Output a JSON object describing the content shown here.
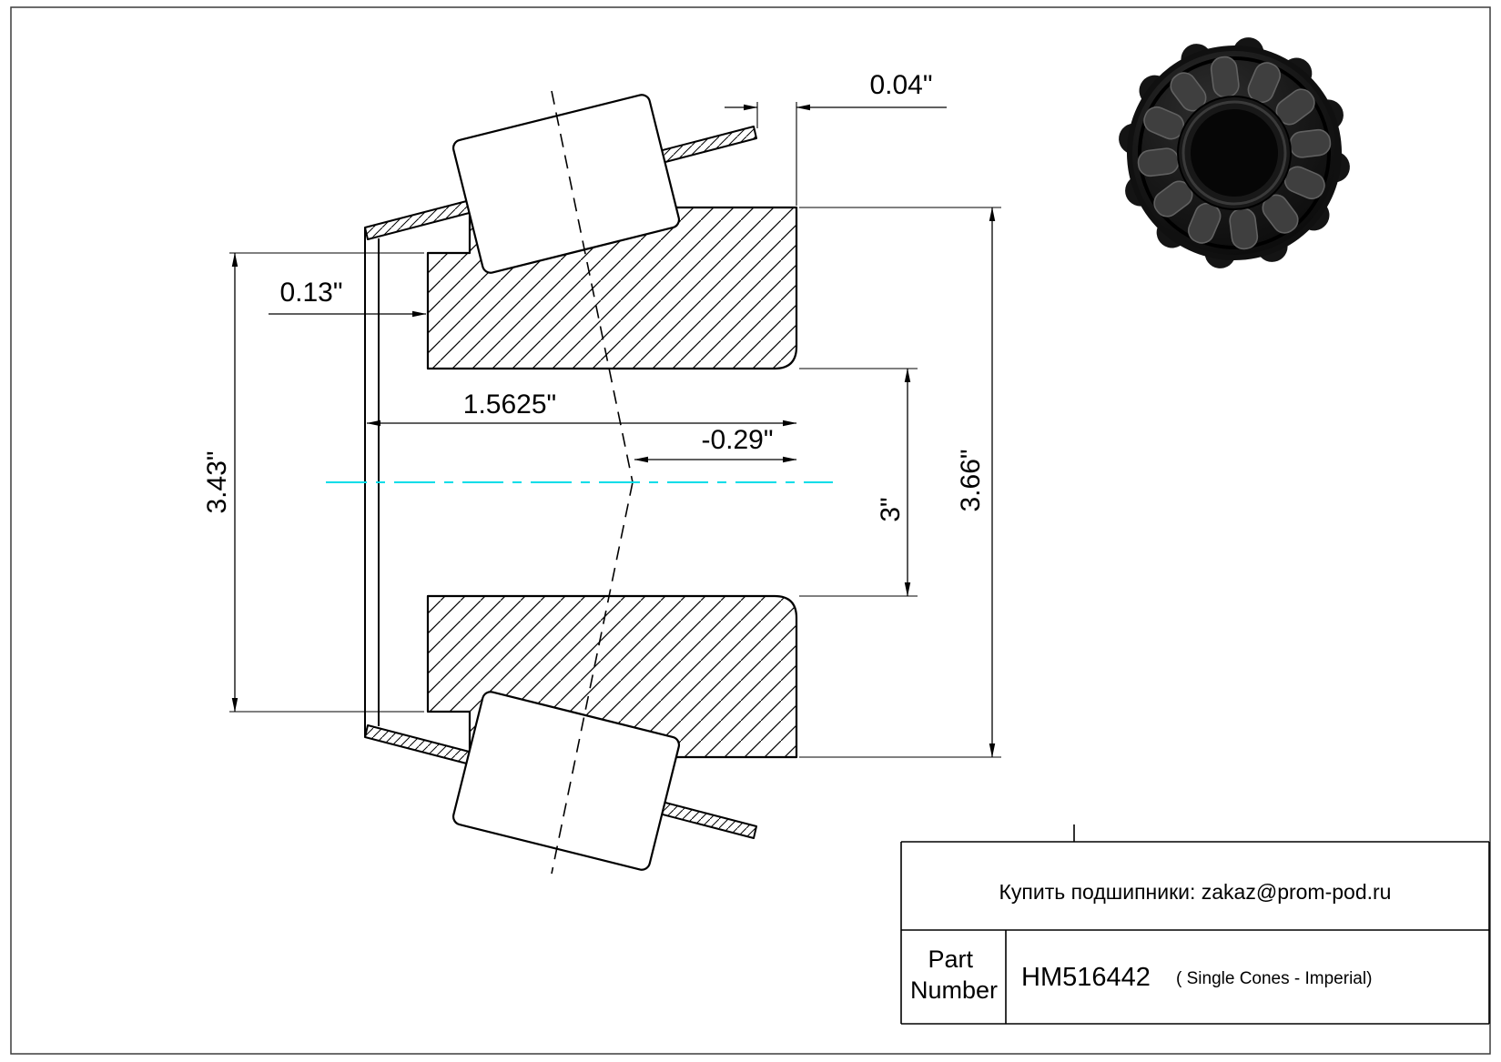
{
  "page": {
    "border_color": "#3c3c3c"
  },
  "drawing": {
    "dims": {
      "top_gap": "0.04\"",
      "flange_width": "0.13\"",
      "bore_length": "1.5625\"",
      "center_offset": "-0.29\"",
      "bore_diameter": "3\"",
      "flange_od": "3.43\"",
      "outer_diameter": "3.66\""
    },
    "centerline_color": "#00dde8"
  },
  "title_block": {
    "contact": "Купить подшипники: zakaz@prom-pod.ru",
    "part_label_line1": "Part",
    "part_label_line2": "Number",
    "part_number": "HM516442",
    "part_type": "( Single Cones - Imperial)"
  }
}
